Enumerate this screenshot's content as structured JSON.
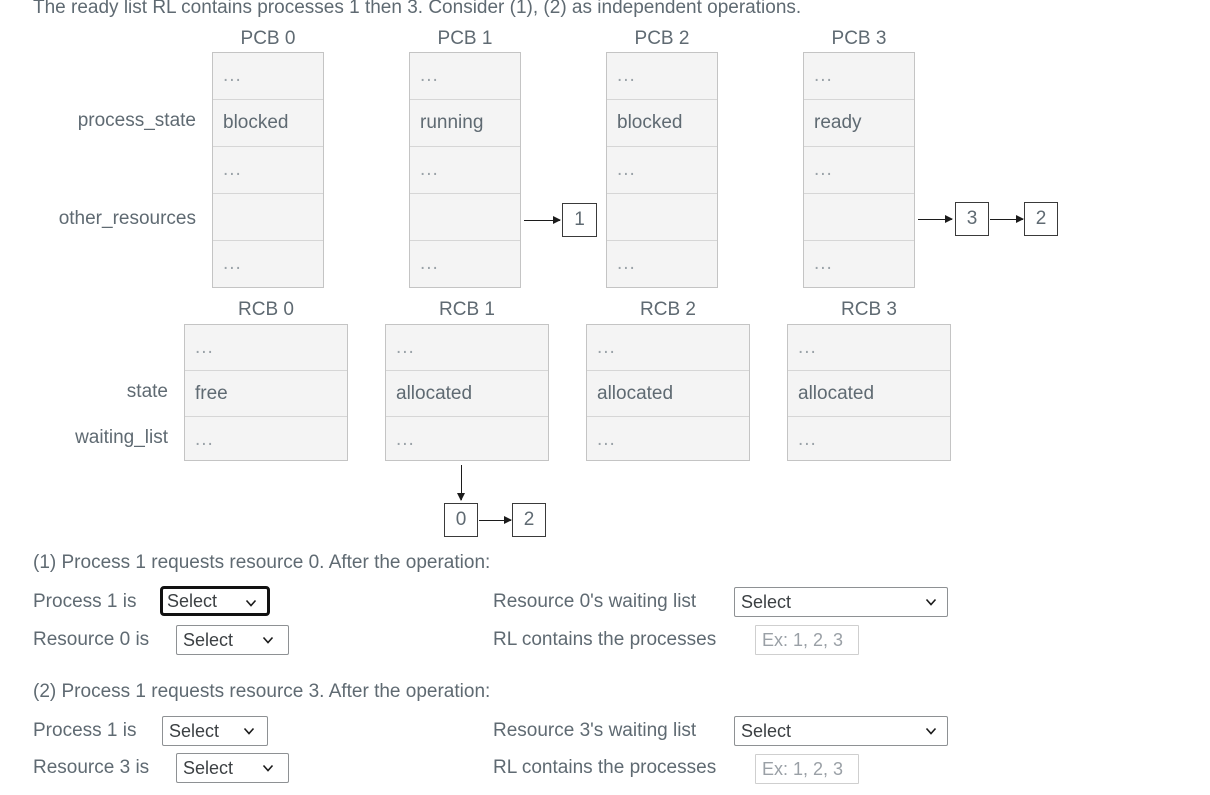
{
  "intro": {
    "text": "The ready list RL contains processes 1 then 3. Consider (1), (2) as independent operations."
  },
  "pcb_section": {
    "row_labels": [
      "process_state",
      "other_resources"
    ],
    "dots": "...",
    "blocks": [
      {
        "title": "PCB 0",
        "rows": [
          "...",
          "blocked",
          "...",
          "",
          "..."
        ]
      },
      {
        "title": "PCB 1",
        "rows": [
          "...",
          "running",
          "...",
          "",
          "..."
        ]
      },
      {
        "title": "PCB 2",
        "rows": [
          "...",
          "blocked",
          "...",
          "",
          "..."
        ]
      },
      {
        "title": "PCB 3",
        "rows": [
          "...",
          "ready",
          "...",
          "",
          "..."
        ]
      }
    ],
    "pcb1_list": [
      "1"
    ],
    "pcb3_list": [
      "3",
      "2"
    ]
  },
  "rcb_section": {
    "row_labels": [
      "state",
      "waiting_list"
    ],
    "blocks": [
      {
        "title": "RCB 0",
        "rows": [
          "...",
          "free",
          "..."
        ]
      },
      {
        "title": "RCB 1",
        "rows": [
          "...",
          "allocated",
          "..."
        ]
      },
      {
        "title": "RCB 2",
        "rows": [
          "...",
          "allocated",
          "..."
        ]
      },
      {
        "title": "RCB 3",
        "rows": [
          "...",
          "allocated",
          "..."
        ]
      }
    ],
    "rcb1_waiting_list": [
      "0",
      "2"
    ]
  },
  "question1": {
    "heading": "(1) Process 1 requests resource 0. After the operation:",
    "process_label": "Process 1 is",
    "process_select_value": "Select",
    "resource_label": "Resource 0 is",
    "resource_select_value": "Select",
    "waiting_label": "Resource 0's waiting list",
    "waiting_select_value": "Select",
    "rl_label": "RL contains the processes",
    "rl_input_value": "",
    "rl_input_placeholder": "Ex: 1, 2, 3"
  },
  "question2": {
    "heading": "(2) Process 1 requests resource 3. After the operation:",
    "process_label": "Process 1 is",
    "process_select_value": "Select",
    "resource_label": "Resource 3 is",
    "resource_select_value": "Select",
    "waiting_label": "Resource 3's waiting list",
    "waiting_select_value": "Select",
    "rl_label": "RL contains the processes",
    "rl_input_value": "",
    "rl_input_placeholder": "Ex: 1, 2, 3"
  },
  "colors": {
    "text": "#5f6a72",
    "cell_bg": "#f4f4f4",
    "cell_border": "#c4c4c4",
    "node_border": "#3a3a3a",
    "focus_ring": "#111111"
  }
}
